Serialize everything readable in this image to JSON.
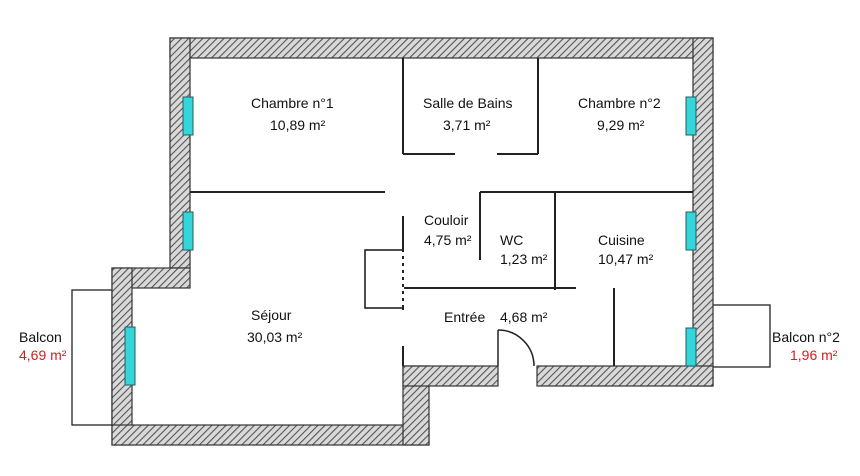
{
  "plan": {
    "rooms": [
      {
        "id": "chambre1",
        "name": "Chambre n°1",
        "area": "10,89  m²"
      },
      {
        "id": "sdb",
        "name": "Salle de Bains",
        "area": "3,71  m²"
      },
      {
        "id": "chambre2",
        "name": "Chambre n°2",
        "area": "9,29  m²"
      },
      {
        "id": "couloir",
        "name": "Couloir",
        "area": "4,75  m²"
      },
      {
        "id": "wc",
        "name": "WC",
        "area": "1,23  m²"
      },
      {
        "id": "cuisine",
        "name": "Cuisine",
        "area": "10,47  m²"
      },
      {
        "id": "sejour",
        "name": "Séjour",
        "area": "30,03  m²"
      },
      {
        "id": "entree",
        "name": "Entrée",
        "area": "4,68  m²"
      }
    ],
    "balconies": [
      {
        "id": "balcon1",
        "name": "Balcon",
        "area": "4,69  m²"
      },
      {
        "id": "balcon2",
        "name": "Balcon n°2",
        "area": "1,96  m²"
      }
    ]
  },
  "colors": {
    "window": "#35d6d9",
    "balcony_area": "#d21f1f",
    "wall_hatch": "#555555"
  }
}
